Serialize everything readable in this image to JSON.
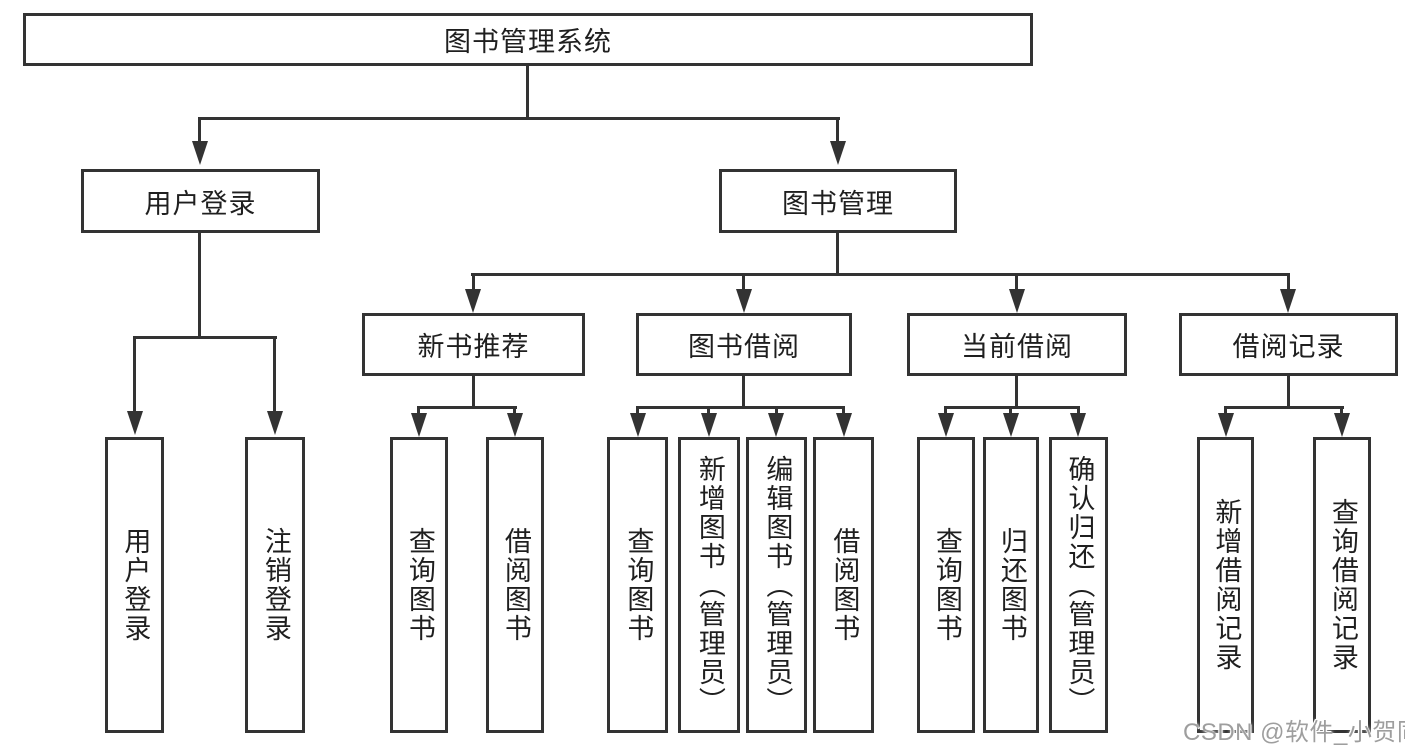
{
  "diagram_title": "图书管理系统",
  "colors": {
    "line": "#333333",
    "text": "#1f1f1f",
    "background": "#ffffff",
    "watermark": "#9e9e9e"
  },
  "tree": {
    "root": "图书管理系统",
    "level1": [
      "用户登录",
      "图书管理"
    ],
    "user_login_children": [
      "用户登录",
      "注销登录"
    ],
    "level2": [
      "新书推荐",
      "图书借阅",
      "当前借阅",
      "借阅记录"
    ],
    "new_book_children": [
      "查询图书",
      "借阅图书"
    ],
    "book_borrow_children": [
      "查询图书",
      "新增图书（管理员）",
      "编辑图书（管理员）",
      "借阅图书"
    ],
    "current_borrow_children": [
      "查询图书",
      "归还图书",
      "确认归还（管理员）"
    ],
    "borrow_record_children": [
      "新增借阅记录",
      "查询借阅记录"
    ]
  },
  "watermark": {
    "text": "CSDN @软件_小贺同学"
  }
}
